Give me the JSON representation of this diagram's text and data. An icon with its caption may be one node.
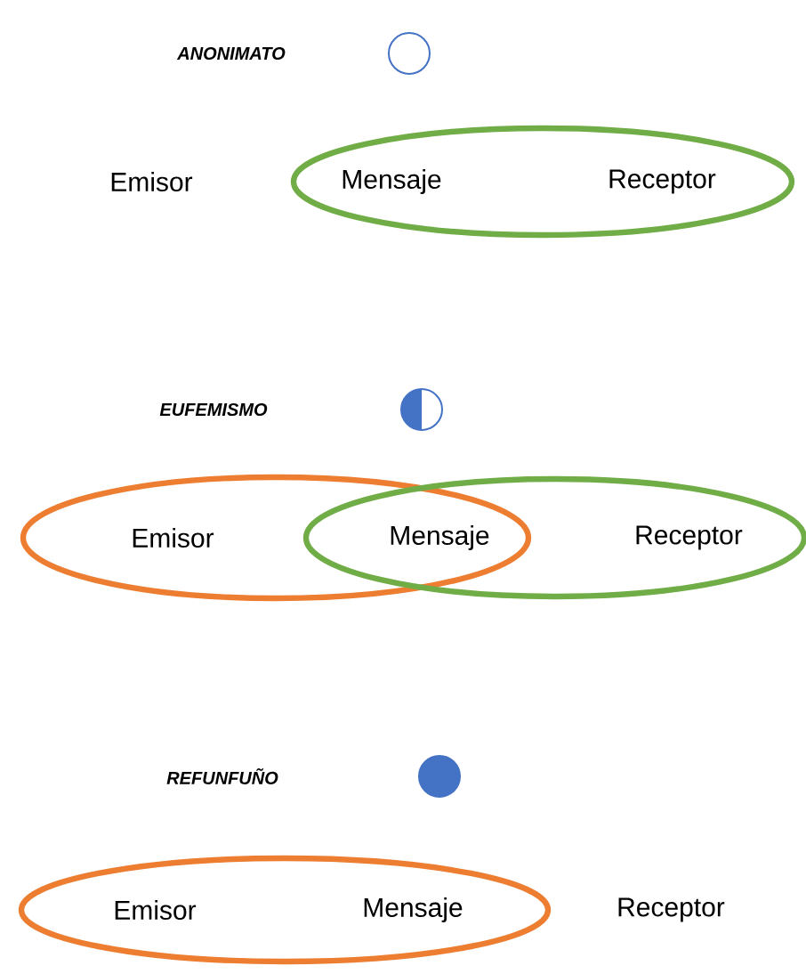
{
  "diagram": {
    "nodes": [
      {
        "text": [],
        "shape": "circle"
      },
      {
        "text": [
          "Emisor"
        ]
      },
      {
        "text": [],
        "shape": "ellipse"
      },
      {
        "text": [
          "Mensaje"
        ],
        "in": 2
      },
      {
        "text": [
          "Receptor"
        ],
        "in": 2
      },
      {
        "text": [],
        "shape": "circle"
      },
      {
        "text": [],
        "shape": "ellipse"
      },
      {
        "text": [
          "Emisor"
        ],
        "in": 6
      },
      {
        "text": [
          "Mensaje"
        ]
      },
      {
        "text": [],
        "shape": "ellipse"
      },
      {
        "text": [
          "Receptor"
        ],
        "in": 9
      },
      {
        "text": [],
        "shape": "circle"
      },
      {
        "text": [],
        "shape": "ellipse"
      },
      {
        "text": [
          "Emisor"
        ],
        "in": 12
      },
      {
        "text": [
          "Mensaje"
        ],
        "in": 12
      },
      {
        "text": [
          "Receptor"
        ]
      }
    ],
    "labels": [
      "ANONIMATO",
      "EUFEMISMO",
      "REFUNFUÑO"
    ]
  }
}
